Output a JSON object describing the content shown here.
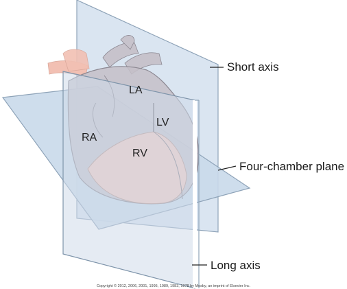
{
  "labels": {
    "short_axis": "Short axis",
    "four_chamber_plane": "Four-chamber plane",
    "long_axis": "Long axis"
  },
  "chambers": {
    "la": "LA",
    "lv": "LV",
    "ra": "RA",
    "rv": "RV"
  },
  "copyright": "Copyright © 2012, 2006, 2001, 1995, 1989, 1983, 1978 by Mosby, an imprint of Elsevier Inc.",
  "colors": {
    "plane_fill": "#c9d9ea",
    "plane_edge": "#8ea3b8",
    "heart_fill": "#c4c0c8",
    "heart_edge": "#8b8791",
    "rv_fill": "#f3c9bf",
    "vessel_fill": "#f2c0b3"
  }
}
